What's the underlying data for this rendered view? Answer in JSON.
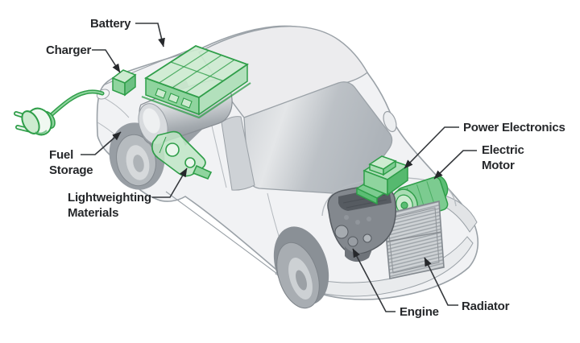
{
  "diagram": {
    "type": "labeled-illustration",
    "subject": "Plug-in hybrid electric car component cutaway",
    "labels": {
      "battery": "Battery",
      "charger": "Charger",
      "fuel_storage": "Fuel Storage",
      "lightweighting_materials": "Lightweighting Materials",
      "power_electronics": "Power Electronics",
      "electric_motor": "Electric Motor",
      "engine": "Engine",
      "radiator": "Radiator"
    },
    "colors": {
      "component_highlight_green": "#2f9e49",
      "component_fill_green": "#cdeccd",
      "car_body_gray": "#f1f2f3",
      "glass_gray": "#c3c8cc",
      "label_text": "#26282b",
      "leader_line": "#35383c"
    }
  }
}
